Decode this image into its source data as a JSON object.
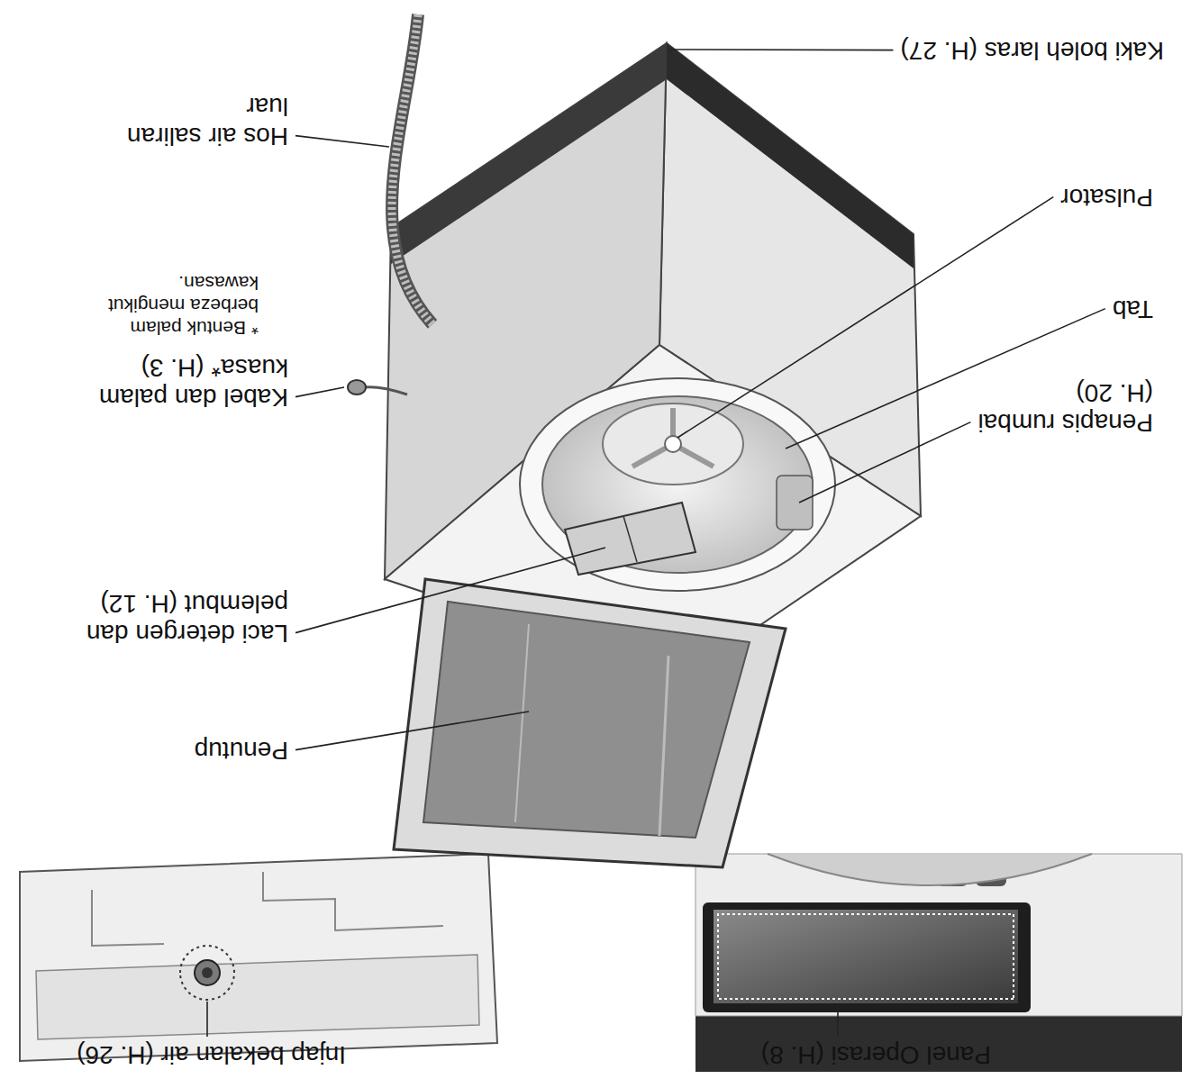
{
  "diagram": {
    "labels": [
      "Panel Operasi (H. 8)",
      "Injap bekalan air (H. 26)",
      "Penutup",
      "Laci detergen dan pelembut (H. 12)",
      "Kabel dan palam kuasa* (H. 3)",
      "* Bentuk palam berbeza mengikut kawasan.",
      "Hos air saliran luar",
      "Kaki boleh laras (H. 27)",
      "Pulsator",
      "Tab",
      "Penapis rumbai (H. 20)"
    ]
  }
}
